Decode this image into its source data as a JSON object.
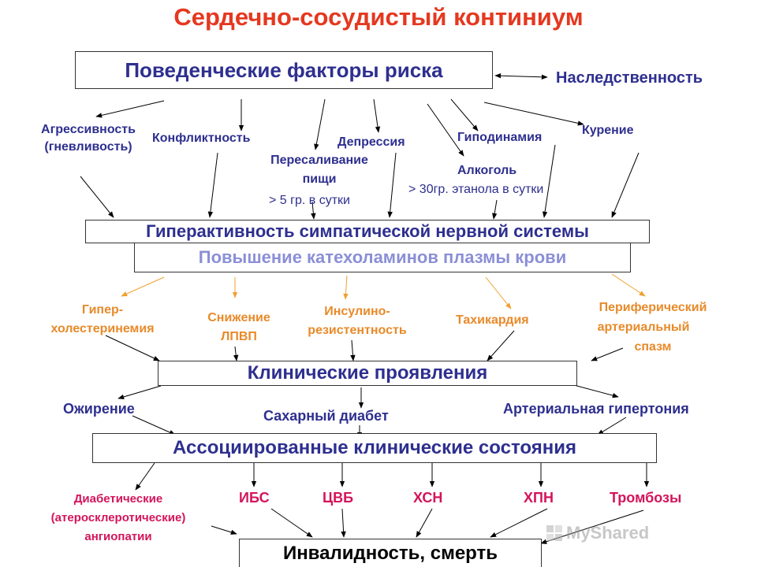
{
  "title": "Сердечно-сосудистый континиум",
  "behavioral_box": "Поведенческие факторы риска",
  "heredity": "Наследственность",
  "risk_factors": {
    "aggression": [
      "Агрессивность",
      "(гневливость)"
    ],
    "conflict": "Конфликтность",
    "salt": [
      "Пересаливание",
      "пищи"
    ],
    "salt_note": "> 5 гр. в сутки",
    "depression": "Депрессия",
    "hypodynamia": "Гиподинамия",
    "alcohol": "Алкоголь",
    "alcohol_note": "> 30гр. этанола в сутки",
    "smoking": "Курение"
  },
  "sympathetic_box": "Гиперактивность симпатической нервной системы",
  "catecholamine_box": "Повышение катехоламинов плазмы крови",
  "consequences": {
    "hypercholesterolemia": [
      "Гипер-",
      "холестеринемия"
    ],
    "hdl_decrease": [
      "Снижение",
      "ЛПВП"
    ],
    "insulin_resistance": [
      "Инсулино-",
      "резистентность"
    ],
    "tachycardia": "Тахикардия",
    "spasm": [
      "Периферический",
      "артериальный",
      "спазм"
    ]
  },
  "clinical_box": "Клинические проявления",
  "clinical": {
    "obesity": "Ожирение",
    "diabetes": "Сахарный диабет",
    "hypertension": "Артериальная гипертония"
  },
  "associated_box": "Ассоциированные клинические состояния",
  "outcomes": {
    "angiopathy": [
      "Диабетические",
      "(атеросклеротические)",
      "ангиопатии"
    ],
    "ihd": "ИБС",
    "cvd": "ЦВБ",
    "chf": "ХСН",
    "ckd": "ХПН",
    "thrombosis": "Тромбозы"
  },
  "final_box": "Инвалидность, смерть",
  "watermark": "MyShared",
  "colors": {
    "title": "#e5381f",
    "blue_text": "#2e2f8f",
    "orange_text": "#e88a2a",
    "pink_text": "#d4145a",
    "arrow_black": "#000000",
    "arrow_orange": "#f0a030"
  }
}
